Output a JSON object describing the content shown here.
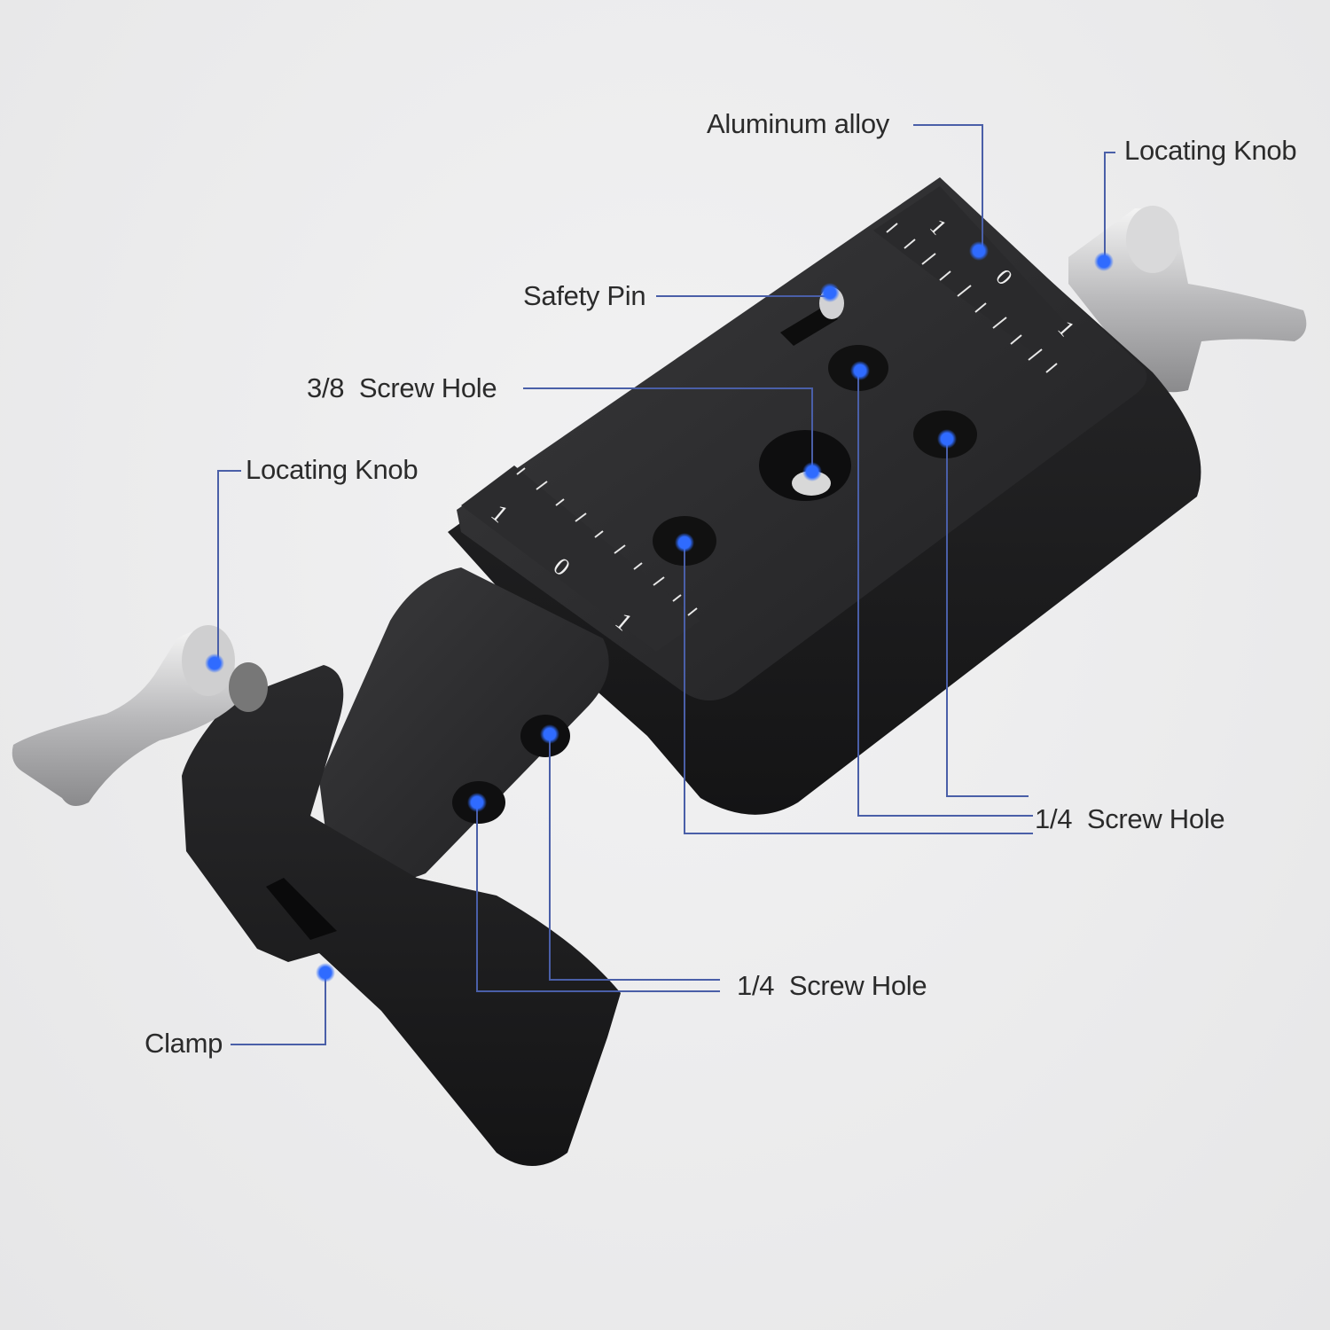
{
  "image": {
    "subject": "black aluminum rod clamp mounting plate with locating knobs",
    "background_color": "#eeeeef",
    "accent_dot_color": "#2f6bff",
    "leader_line_color": "#4a5fa8"
  },
  "callouts": [
    {
      "id": "aluminum-alloy",
      "label": "Aluminum alloy"
    },
    {
      "id": "locating-knob-right",
      "label": "Locating Knob"
    },
    {
      "id": "safety-pin",
      "label": "Safety Pin"
    },
    {
      "id": "screw-hole-3-8",
      "label": "3/8  Screw Hole"
    },
    {
      "id": "locating-knob-left",
      "label": "Locating Knob"
    },
    {
      "id": "screw-hole-1-4-top",
      "label": "1/4  Screw Hole"
    },
    {
      "id": "screw-hole-1-4-bottom",
      "label": "1/4  Screw Hole"
    },
    {
      "id": "clamp",
      "label": "Clamp"
    }
  ],
  "scale_markings": {
    "top_scale": [
      "1",
      "0",
      "1"
    ],
    "front_scale": [
      "1",
      "0",
      "1"
    ]
  }
}
